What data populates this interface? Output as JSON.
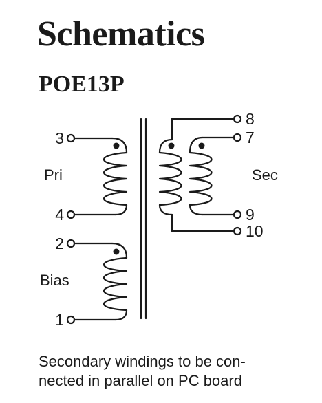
{
  "header": {
    "title": "Schematics",
    "part_number": "POE13P"
  },
  "schematic": {
    "pins": {
      "p3": "3",
      "p4": "4",
      "p2": "2",
      "p1": "1",
      "p8": "8",
      "p7": "7",
      "p9": "9",
      "p10": "10"
    },
    "winding_labels": {
      "primary": "Pri",
      "bias": "Bias",
      "secondary": "Sec"
    }
  },
  "note": {
    "line1": "Secondary windings to be con-",
    "line2": "nected in parallel on PC board"
  },
  "colors": {
    "ink": "#1a1a1a",
    "background": "#ffffff"
  }
}
